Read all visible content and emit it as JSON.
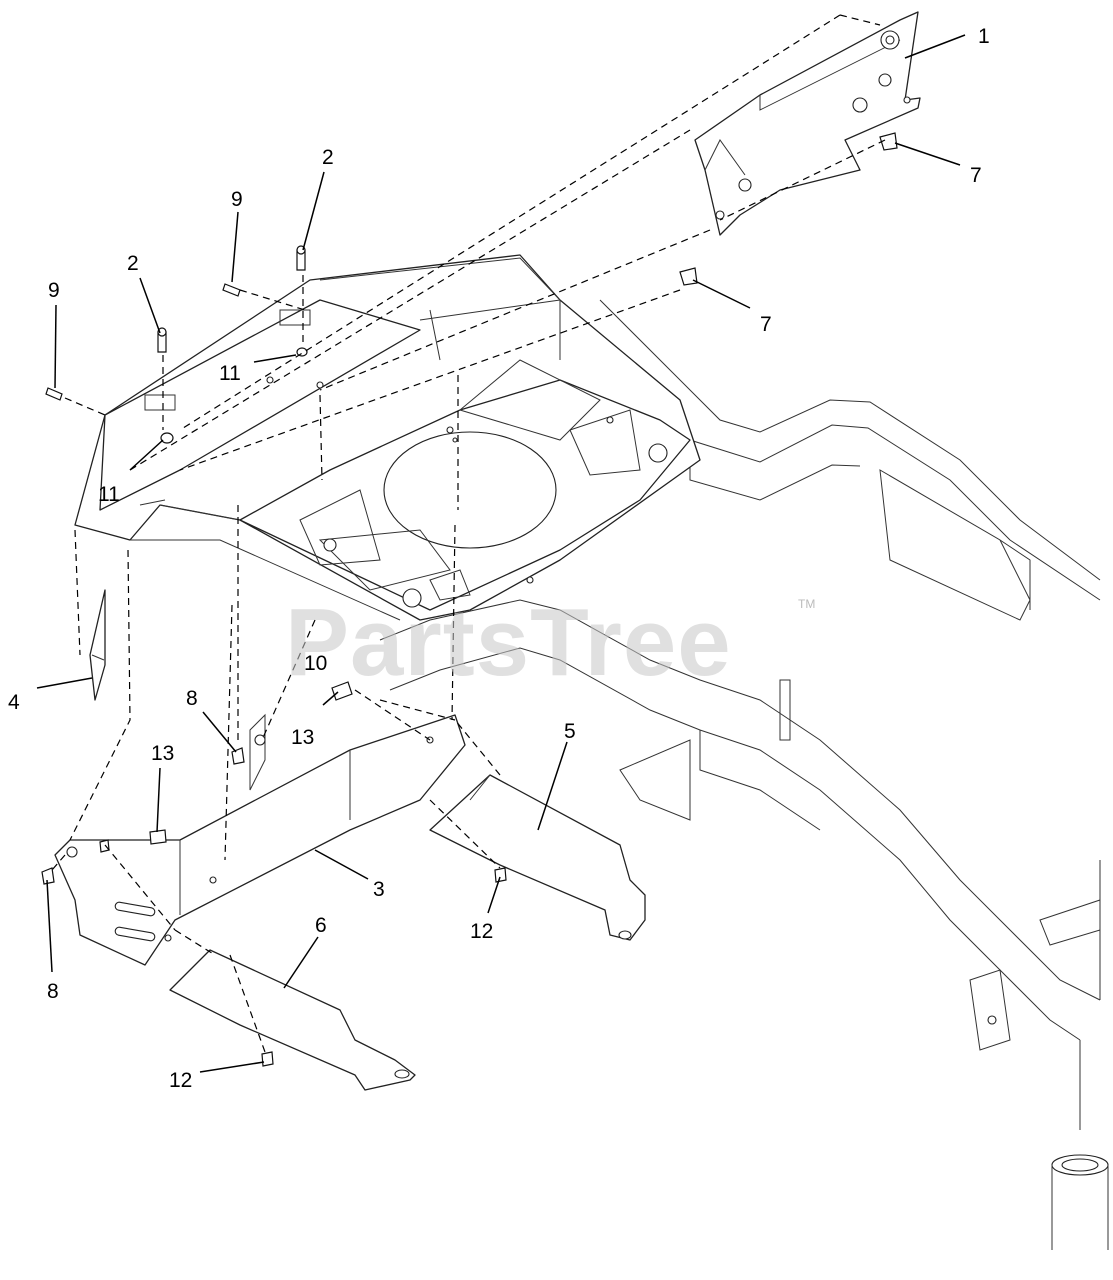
{
  "watermark": {
    "text": "PartsTree",
    "trademark": "TM"
  },
  "callouts": [
    {
      "id": "c1",
      "label": "1"
    },
    {
      "id": "c2a",
      "label": "2"
    },
    {
      "id": "c2b",
      "label": "2"
    },
    {
      "id": "c3",
      "label": "3"
    },
    {
      "id": "c4",
      "label": "4"
    },
    {
      "id": "c5",
      "label": "5"
    },
    {
      "id": "c6",
      "label": "6"
    },
    {
      "id": "c7a",
      "label": "7"
    },
    {
      "id": "c7b",
      "label": "7"
    },
    {
      "id": "c8a",
      "label": "8"
    },
    {
      "id": "c8b",
      "label": "8"
    },
    {
      "id": "c9a",
      "label": "9"
    },
    {
      "id": "c9b",
      "label": "9"
    },
    {
      "id": "c10",
      "label": "10"
    },
    {
      "id": "c11a",
      "label": "11"
    },
    {
      "id": "c11b",
      "label": "11"
    },
    {
      "id": "c12a",
      "label": "12"
    },
    {
      "id": "c12b",
      "label": "12"
    },
    {
      "id": "c13a",
      "label": "13"
    },
    {
      "id": "c13b",
      "label": "13"
    }
  ]
}
